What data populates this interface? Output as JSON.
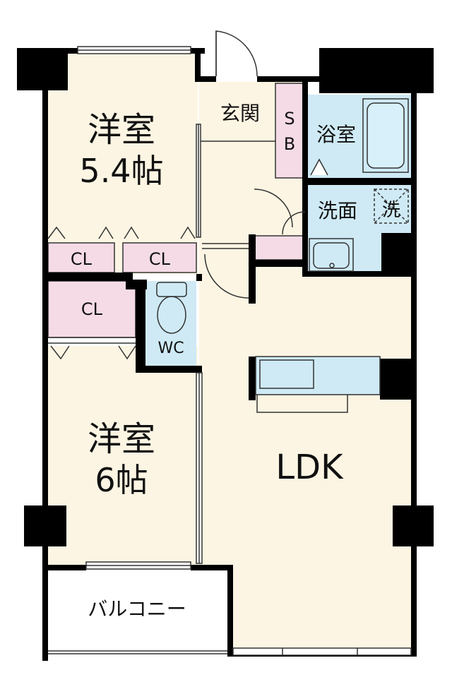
{
  "rooms": {
    "western1_name": "洋室",
    "western1_size": "5.4帖",
    "western2_name": "洋室",
    "western2_size": "6帖",
    "entrance": "玄関",
    "shoe_box_s": "S",
    "shoe_box_b": "B",
    "bath": "浴室",
    "washroom": "洗面",
    "washer": "洗",
    "closet_1": "CL",
    "closet_2": "CL",
    "closet_3": "CL",
    "toilet": "WC",
    "ldk": "LDK",
    "balcony": "バルコニー"
  },
  "colors": {
    "floor": "#fdf5e3",
    "wet_area": "#cfeaf5",
    "closet": "#f5dbe6",
    "wall": "#000000",
    "balcony": "#ffffff"
  }
}
